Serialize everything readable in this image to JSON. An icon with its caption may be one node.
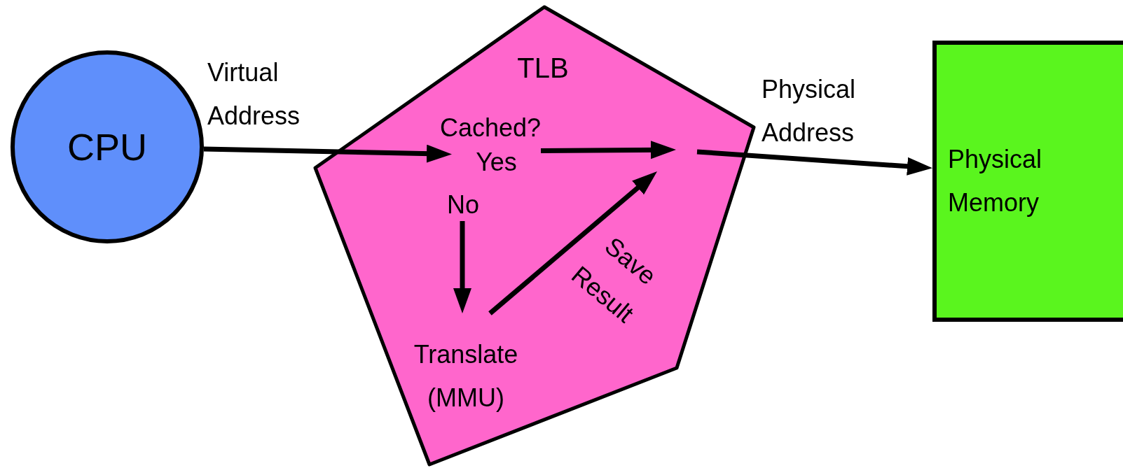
{
  "diagram": {
    "nodes": [
      {
        "text": [
          "CPU"
        ]
      },
      {
        "text": [
          "TLB"
        ]
      },
      {
        "text": [
          "Cached?"
        ],
        "in": 1
      },
      {
        "text": [
          "Yes"
        ],
        "in": 1
      },
      {
        "text": [
          "No"
        ],
        "in": 1
      },
      {
        "text": [
          "Translate (MMU)"
        ],
        "in": 1
      },
      {
        "text": [
          "Physical Memory"
        ]
      }
    ],
    "edges": [
      {
        "from": 0,
        "to": 3,
        "arrow": "to",
        "label": "Virtual Address"
      },
      {
        "from": 3,
        "to": null,
        "arrow": "to"
      },
      {
        "from": 4,
        "to": 5,
        "arrow": "to"
      },
      {
        "from": 5,
        "to": null,
        "arrow": "to",
        "label": "Save Result"
      },
      {
        "from": null,
        "to": 6,
        "arrow": "to",
        "label": "Physical Address"
      }
    ]
  }
}
